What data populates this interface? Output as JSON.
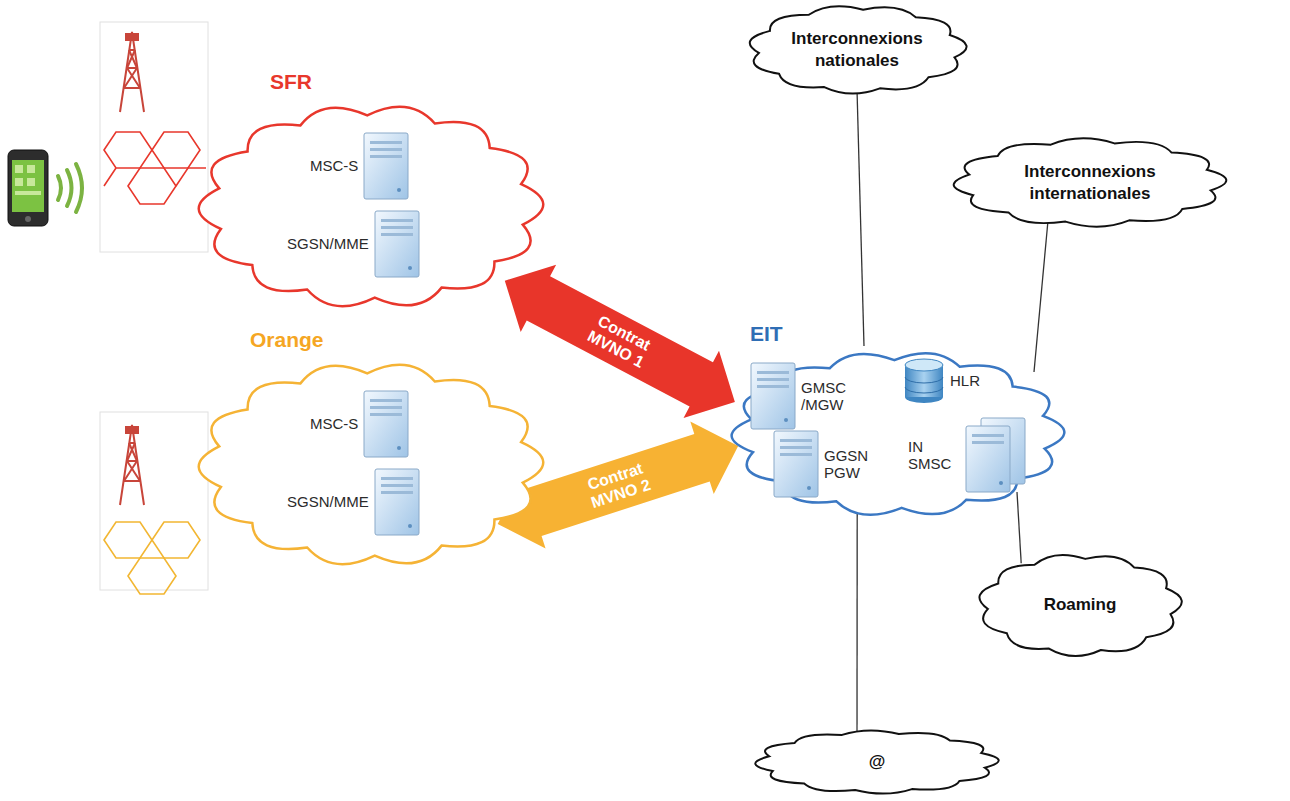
{
  "diagram": {
    "nodes": [
      {
        "text": [
          "SFR"
        ]
      },
      {
        "text": [
          "MSC-S"
        ],
        "in": 0
      },
      {
        "text": [
          "SGSN/MME"
        ],
        "in": 0
      },
      {
        "text": [
          "Orange"
        ]
      },
      {
        "text": [
          "MSC-S"
        ],
        "in": 3
      },
      {
        "text": [
          "SGSN/MME"
        ],
        "in": 3
      },
      {
        "text": [
          "EIT"
        ]
      },
      {
        "text": [
          "GMSC /MGW"
        ],
        "in": 6
      },
      {
        "text": [
          "GGSN PGW"
        ],
        "in": 6
      },
      {
        "text": [
          "HLR"
        ],
        "in": 6
      },
      {
        "text": [
          "IN SMSC"
        ],
        "in": 6
      },
      {
        "text": [
          "Interconnexions nationales"
        ]
      },
      {
        "text": [
          "Interconnexions internationales"
        ]
      },
      {
        "text": [
          "Roaming"
        ]
      },
      {
        "text": [
          "@"
        ]
      }
    ],
    "edges": [
      {
        "from": 0,
        "to": 6,
        "label": "Contrat MVNO 1",
        "arrow": "both"
      },
      {
        "from": 3,
        "to": 6,
        "label": "Contrat MVNO 2",
        "arrow": "both"
      },
      {
        "from": 6,
        "to": 11,
        "arrow": "none"
      },
      {
        "from": 6,
        "to": 12,
        "arrow": "none"
      },
      {
        "from": 6,
        "to": 13,
        "arrow": "none"
      },
      {
        "from": 6,
        "to": 14,
        "arrow": "none"
      }
    ]
  }
}
